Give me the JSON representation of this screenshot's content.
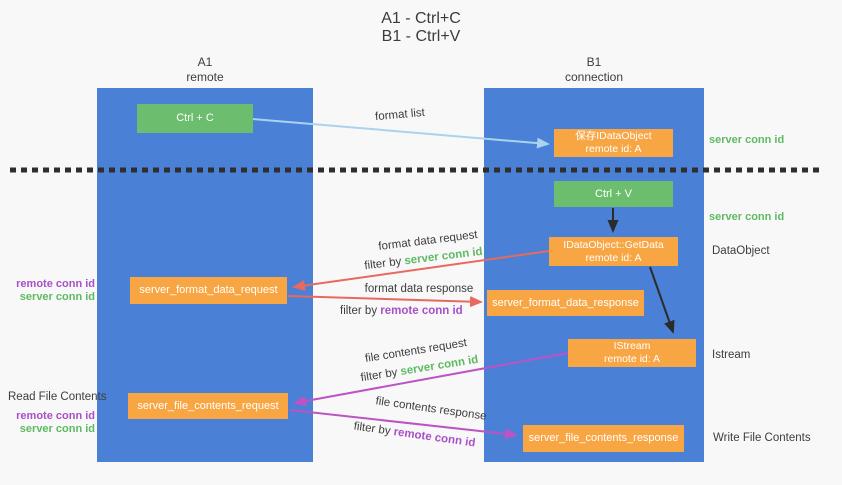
{
  "title": {
    "line1": "A1 - Ctrl+C",
    "line2": "B1 - Ctrl+V"
  },
  "lanes": {
    "left": {
      "id": "A1",
      "subtitle": "remote"
    },
    "right": {
      "id": "B1",
      "subtitle": "connection"
    }
  },
  "nodes": {
    "ctrl_c": {
      "label": "Ctrl + C"
    },
    "save_idataobject": {
      "line1": "保存IDataObject",
      "line2": "remote id: A"
    },
    "ctrl_v": {
      "label": "Ctrl + V"
    },
    "getdata": {
      "line1": "IDataObject::GetData",
      "line2": "remote id: A"
    },
    "format_request": {
      "label": "server_format_data_request"
    },
    "format_response": {
      "label": "server_format_data_response"
    },
    "istream": {
      "line1": "IStream",
      "line2": "remote id: A"
    },
    "file_request": {
      "label": "server_file_contents_request"
    },
    "file_response": {
      "label": "server_file_contents_response"
    }
  },
  "labels": {
    "format_list": "format list",
    "server_conn_id": "server conn id",
    "remote_conn_id": "remote conn id",
    "dataobject": "DataObject",
    "istream_side": "Istream",
    "write_file_contents": "Write File Contents",
    "read_file_contents": "Read File Contents",
    "format_data_request": "format data request",
    "format_data_response": "format data response",
    "file_contents_request": "file contents request",
    "file_contents_response": "file contents response",
    "filter_by": "filter by"
  },
  "colors": {
    "lane_blue": "#4a80d5",
    "box_green": "#6cbe6e",
    "box_orange": "#f8a644",
    "arrow_red": "#e8695e",
    "arrow_purple": "#bd53c5",
    "arrow_light_blue": "#a9d3ee",
    "arrow_black": "#2b2b2b",
    "text_green": "#5eba62",
    "text_purple": "#a94fc8",
    "text_dark": "#3d3d3d",
    "background": "#f8f8f8"
  }
}
